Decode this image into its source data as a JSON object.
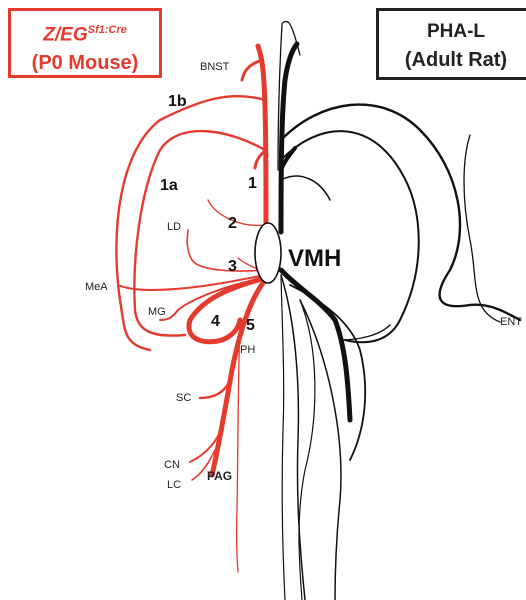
{
  "boxes": {
    "mouse": {
      "gene": "Z/EG",
      "gene_superscript": "Sf1:Cre",
      "subtitle": "(P0 Mouse)",
      "color": "#e53a2e"
    },
    "rat": {
      "title": "PHA-L",
      "subtitle": "(Adult Rat)",
      "color": "#222222"
    }
  },
  "center_label": "VMH",
  "region_labels": {
    "bnst": "BNST",
    "ld": "LD",
    "mea": "MeA",
    "mg": "MG",
    "ph": "PH",
    "sc": "SC",
    "cn": "CN",
    "lc": "LC",
    "pag": "PAG",
    "ent": "ENT"
  },
  "pathway_labels": {
    "p1b": "1b",
    "p1a": "1a",
    "p1": "1",
    "p2": "2",
    "p3": "3",
    "p4": "4",
    "p5": "5"
  },
  "colors": {
    "red": "#e53a2e",
    "black": "#111111"
  }
}
